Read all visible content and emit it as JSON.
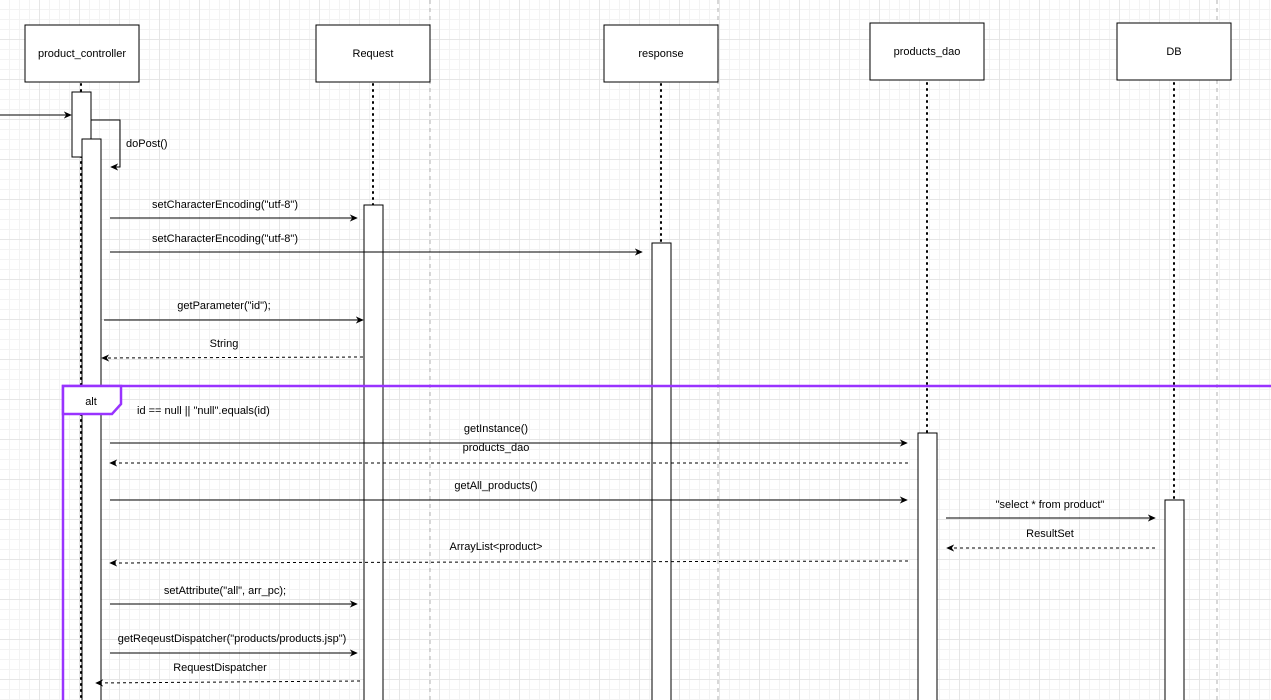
{
  "participants": [
    {
      "id": "controller",
      "label": "product_controller"
    },
    {
      "id": "request",
      "label": "Request"
    },
    {
      "id": "response",
      "label": "response"
    },
    {
      "id": "dao",
      "label": "products_dao"
    },
    {
      "id": "db",
      "label": "DB"
    }
  ],
  "messages": [
    {
      "id": "dopost",
      "label": "doPost()",
      "kind": "self",
      "from": "controller",
      "to": "controller"
    },
    {
      "id": "req-encoding",
      "label": "setCharacterEncoding(\"utf-8\")",
      "kind": "call",
      "from": "controller",
      "to": "request"
    },
    {
      "id": "resp-encoding",
      "label": "setCharacterEncoding(\"utf-8\")",
      "kind": "call",
      "from": "controller",
      "to": "response"
    },
    {
      "id": "get-parameter",
      "label": "getParameter(\"id\");",
      "kind": "call",
      "from": "controller",
      "to": "request"
    },
    {
      "id": "string-return",
      "label": "String",
      "kind": "return",
      "from": "request",
      "to": "controller"
    },
    {
      "id": "get-instance",
      "label": "getInstance()",
      "kind": "call",
      "from": "controller",
      "to": "dao"
    },
    {
      "id": "dao-return",
      "label": "products_dao",
      "kind": "return",
      "from": "dao",
      "to": "controller"
    },
    {
      "id": "get-all-products",
      "label": "getAll_products()",
      "kind": "call",
      "from": "controller",
      "to": "dao"
    },
    {
      "id": "select-query",
      "label": "\"select * from product\"",
      "kind": "call",
      "from": "dao",
      "to": "db"
    },
    {
      "id": "resultset-return",
      "label": "ResultSet",
      "kind": "return",
      "from": "db",
      "to": "dao"
    },
    {
      "id": "arraylist-return",
      "label": "ArrayList<product>",
      "kind": "return",
      "from": "dao",
      "to": "controller"
    },
    {
      "id": "set-attribute",
      "label": "setAttribute(\"all\", arr_pc);",
      "kind": "call",
      "from": "controller",
      "to": "request"
    },
    {
      "id": "get-dispatcher",
      "label": "getReqeustDispatcher(\"products/products.jsp\")",
      "kind": "call",
      "from": "controller",
      "to": "request"
    },
    {
      "id": "dispatcher-return",
      "label": "RequestDispatcher",
      "kind": "return",
      "from": "request",
      "to": "controller"
    }
  ],
  "fragment": {
    "operator": "alt",
    "guard": "id == null || \"null\".equals(id)",
    "color": "#9933ff"
  }
}
